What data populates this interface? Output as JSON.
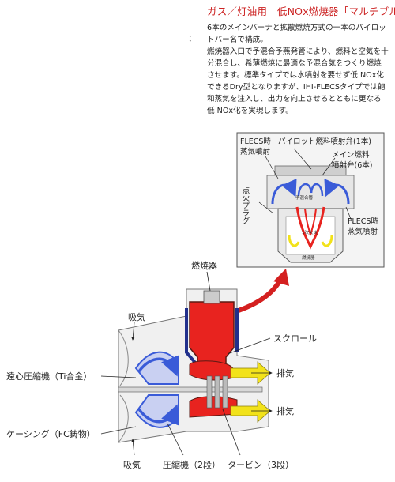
{
  "title": "ガス／灯油用　低NOx燃焼器「マルチブル」",
  "description": [
    "6本のメインバーナと拡散燃焼方式の一本のパイロットバー名で構成。",
    "燃焼器入口で予混合予燕発管により、燃料と空気を十分混合し、希薄燃焼に最適な予混合気をつくり燃焼させます。標準タイプでは水噴射を要せず低 NOx化できるDry型となりますが、IHI-FLECSタイプでは飽和蒸気を注入し、出力を向上させるとともに更なる低 NOx化を実現します。"
  ],
  "bullet": "：",
  "burner_detail": {
    "labels": {
      "flecs_top": "FLECS時",
      "steam_inject_top": "蒸気噴射",
      "pilot_fuel": "パイロット燃料噴射弁(1本)",
      "main_fuel_1": "メイン燃料",
      "main_fuel_2": "噴射弁(6本)",
      "ignition_plug": "点火プラグ",
      "flecs_right": "FLECS時",
      "steam_inject_right": "蒸気噴射",
      "inner_1": "1次火炎",
      "inner_2": "燃焼器",
      "inner_3": "予混合管"
    }
  },
  "engine": {
    "labels": {
      "combustor": "燃焼器",
      "intake_top": "吸気",
      "scroll": "スクロール",
      "exhaust_1": "排気",
      "exhaust_2": "排気",
      "compressor_material": "遠心圧縮機（Ti合金）",
      "casing": "ケーシング（FC鋳物）",
      "intake_bottom": "吸気",
      "compressor": "圧縮機（2段）",
      "turbine": "タービン（3段）"
    }
  },
  "colors": {
    "title": "#cc2222",
    "flame": "#e8231f",
    "air": "#3a5bd8",
    "exhaust": "#f2e21a",
    "arrow": "#d42020"
  }
}
